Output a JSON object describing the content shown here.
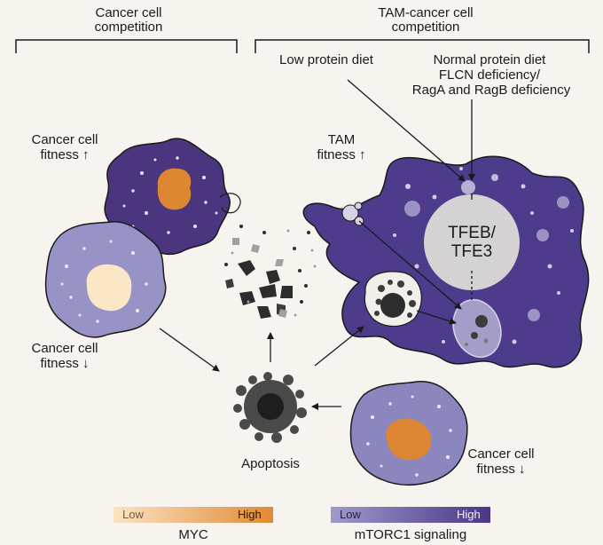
{
  "headers": {
    "left_line1": "Cancer cell",
    "left_line2": "competition",
    "right_line1": "TAM-cancer cell",
    "right_line2": "competition"
  },
  "diet": {
    "low": "Low protein diet",
    "normal_line1": "Normal protein diet",
    "normal_line2": "FLCN deficiency/",
    "normal_line3": "RagA and RagB deficiency"
  },
  "cells": {
    "top_left_line1": "Cancer cell",
    "top_left_line2": "fitness ↑",
    "mid_left_line1": "Cancer cell",
    "mid_left_line2": "fitness ↓",
    "tam_line1": "TAM",
    "tam_line2": "fitness ↑",
    "bottom_right_line1": "Cancer cell",
    "bottom_right_line2": "fitness ↓"
  },
  "nucleus": {
    "line1": "TFEB/",
    "line2": "TFE3"
  },
  "apoptosis": "Apoptosis",
  "legend": {
    "myc": {
      "title": "MYC",
      "low": "Low",
      "high": "High",
      "color_low": "#fbe3c4",
      "color_high": "#e08a33"
    },
    "mtorc1": {
      "title": "mTORC1 signaling",
      "low": "Low",
      "high": "High",
      "color_low": "#9e9acb",
      "color_high": "#4b3686"
    }
  }
}
